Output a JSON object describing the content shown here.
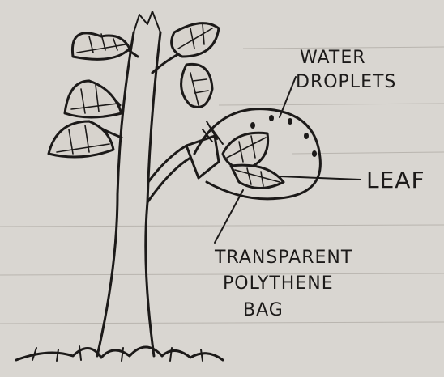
{
  "labels": {
    "water_droplets_line1": "WATER",
    "water_droplets_line2": "DROPLETS",
    "leaf": "LEAF",
    "bag_line1": "TRANSPARENT",
    "bag_line2": "POLYTHENE",
    "bag_line3": "BAG"
  },
  "colors": {
    "ink": "#1c1a19",
    "paper": "#d9d6d1",
    "leaf_fill": "#d7d3cd"
  }
}
